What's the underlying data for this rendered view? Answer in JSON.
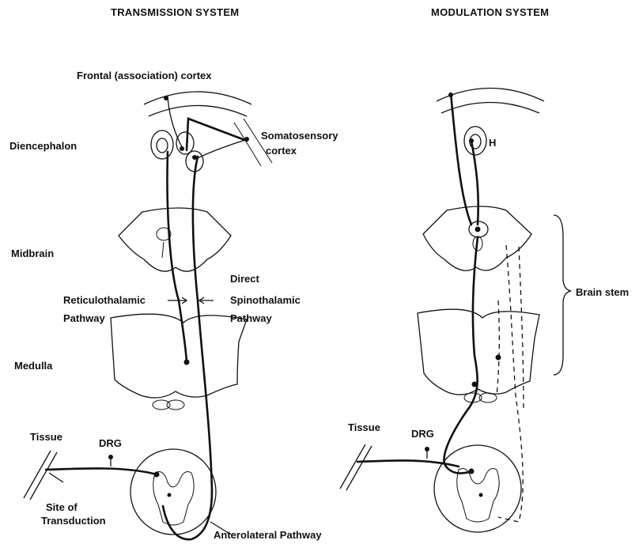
{
  "headers": {
    "left": "TRANSMISSION SYSTEM",
    "right": "MODULATION SYSTEM"
  },
  "labels": {
    "frontal_cortex": "Frontal (association) cortex",
    "diencephalon": "Diencephalon",
    "somatosensory_1": "Somatosensory",
    "somatosensory_2": "cortex",
    "midbrain": "Midbrain",
    "direct": "Direct",
    "reticulothalamic": "Reticulothalamic",
    "spinothalamic": "Spinothalamic",
    "pathway_left": "Pathway",
    "pathway_right": "Pathway",
    "medulla": "Medulla",
    "tissue_left": "Tissue",
    "drg_left": "DRG",
    "site_of": "Site of",
    "transduction": "Transduction",
    "anterolateral": "Anterolateral Pathway",
    "h": "H",
    "brain_stem": "Brain stem",
    "tissue_right": "Tissue",
    "drg_right": "DRG"
  },
  "colors": {
    "ink": "#111111",
    "background": "#ffffff"
  }
}
